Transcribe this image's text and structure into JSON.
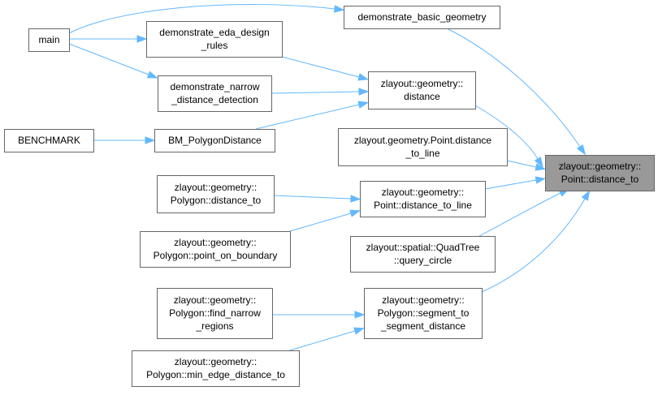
{
  "diagram": {
    "nodes": [
      {
        "id": "main",
        "lines": [
          "main"
        ]
      },
      {
        "id": "demo_basic",
        "lines": [
          "demonstrate_basic_geometry"
        ]
      },
      {
        "id": "demo_eda",
        "lines": [
          "demonstrate_eda_design",
          "_rules"
        ]
      },
      {
        "id": "demo_narrow",
        "lines": [
          "demonstrate_narrow",
          "_distance_detection"
        ]
      },
      {
        "id": "distance",
        "lines": [
          "zlayout::geometry::",
          "distance"
        ]
      },
      {
        "id": "benchmark",
        "lines": [
          "BENCHMARK"
        ]
      },
      {
        "id": "bm_poly",
        "lines": [
          "BM_PolygonDistance"
        ]
      },
      {
        "id": "py_point_dtl",
        "lines": [
          "zlayout.geometry.Point.distance",
          "_to_line"
        ]
      },
      {
        "id": "target",
        "lines": [
          "zlayout::geometry::",
          "Point::distance_to"
        ],
        "highlight": true
      },
      {
        "id": "poly_dist_to",
        "lines": [
          "zlayout::geometry::",
          "Polygon::distance_to"
        ]
      },
      {
        "id": "point_dtl",
        "lines": [
          "zlayout::geometry::",
          "Point::distance_to_line"
        ]
      },
      {
        "id": "poly_pob",
        "lines": [
          "zlayout::geometry::",
          "Polygon::point_on_boundary"
        ]
      },
      {
        "id": "quadtree",
        "lines": [
          "zlayout::spatial::QuadTree",
          "::query_circle"
        ]
      },
      {
        "id": "poly_fnr",
        "lines": [
          "zlayout::geometry::",
          "Polygon::find_narrow",
          "_regions"
        ]
      },
      {
        "id": "poly_s2s",
        "lines": [
          "zlayout::geometry::",
          "Polygon::segment_to",
          "_segment_distance"
        ]
      },
      {
        "id": "poly_med",
        "lines": [
          "zlayout::geometry::",
          "Polygon::min_edge_distance_to"
        ]
      }
    ],
    "edges": [
      {
        "from": "main",
        "to": "demo_basic"
      },
      {
        "from": "main",
        "to": "demo_eda"
      },
      {
        "from": "main",
        "to": "demo_narrow"
      },
      {
        "from": "demo_basic",
        "to": "target"
      },
      {
        "from": "demo_eda",
        "to": "distance"
      },
      {
        "from": "demo_narrow",
        "to": "distance"
      },
      {
        "from": "bm_poly",
        "to": "distance"
      },
      {
        "from": "benchmark",
        "to": "bm_poly"
      },
      {
        "from": "distance",
        "to": "target"
      },
      {
        "from": "py_point_dtl",
        "to": "target"
      },
      {
        "from": "point_dtl",
        "to": "target"
      },
      {
        "from": "poly_dist_to",
        "to": "point_dtl"
      },
      {
        "from": "poly_pob",
        "to": "point_dtl"
      },
      {
        "from": "quadtree",
        "to": "target"
      },
      {
        "from": "poly_s2s",
        "to": "target"
      },
      {
        "from": "poly_fnr",
        "to": "poly_s2s"
      },
      {
        "from": "poly_med",
        "to": "poly_s2s"
      }
    ],
    "colors": {
      "edge": "#63b8ff",
      "node_border": "#666666",
      "node_fill": "#ffffff",
      "highlight_fill": "#999999"
    }
  }
}
